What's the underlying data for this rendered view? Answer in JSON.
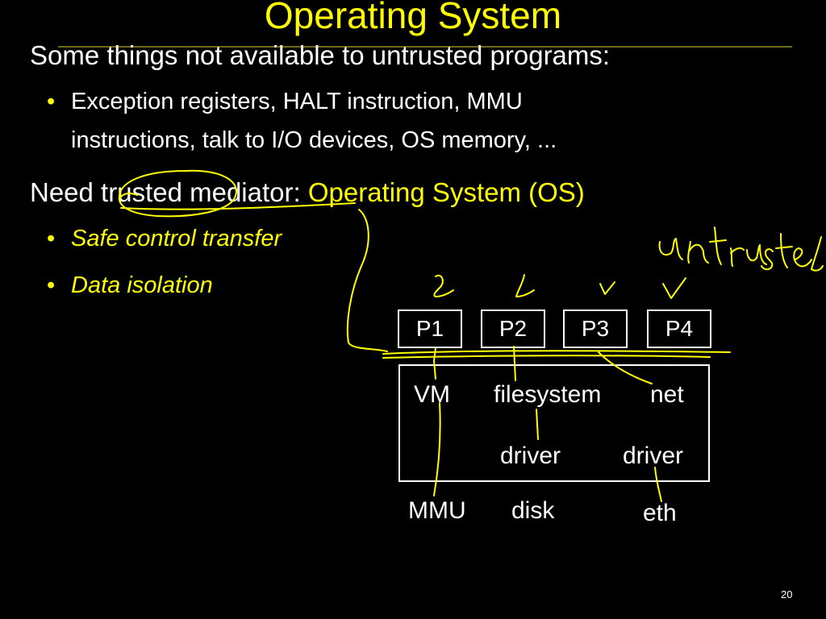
{
  "slide": {
    "title": "Operating System",
    "page_number": "20"
  },
  "content": {
    "line1": "Some things not available to untrusted programs:",
    "bullet1_line1": "Exception registers, HALT instruction, MMU",
    "bullet1_line2": "instructions, talk to I/O devices, OS memory, ...",
    "line2_prefix": "Need trusted mediator: ",
    "line2_highlight": "Operating System (OS)",
    "bullet2": "Safe control transfer",
    "bullet3": "Data isolation",
    "bullet_symbol": "•"
  },
  "diagram": {
    "processes": [
      "P1",
      "P2",
      "P3",
      "P4"
    ],
    "os_components": {
      "vm": "VM",
      "filesystem": "filesystem",
      "net": "net",
      "disk_driver": "driver",
      "net_driver": "driver"
    },
    "hardware": {
      "mmu": "MMU",
      "disk": "disk",
      "eth": "eth"
    }
  },
  "ink_color": "#ffff00"
}
